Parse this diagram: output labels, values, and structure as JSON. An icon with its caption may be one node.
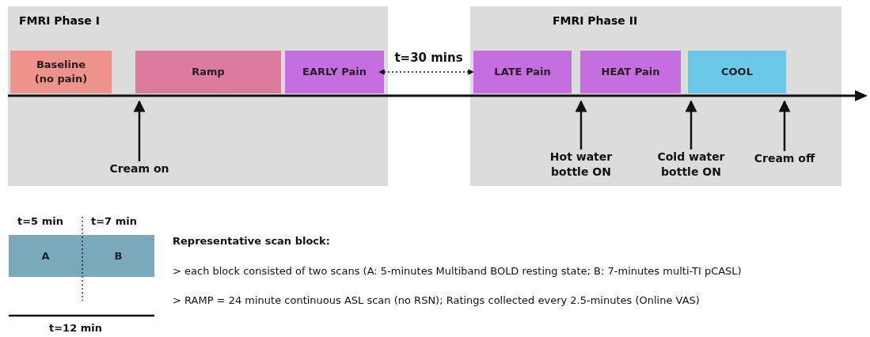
{
  "diagram": {
    "nodes": [
      {
        "text": [
          "FMRI Phase I"
        ]
      },
      {
        "text": [
          "Baseline (no pain)"
        ],
        "in": 0
      },
      {
        "text": [
          "Ramp"
        ],
        "in": 0
      },
      {
        "text": [
          "EARLY Pain"
        ],
        "in": 0
      },
      {
        "text": [
          "FMRI Phase II"
        ]
      },
      {
        "text": [
          "LATE Pain"
        ],
        "in": 4
      },
      {
        "text": [
          "HEAT Pain"
        ],
        "in": 4
      },
      {
        "text": [
          "COOL"
        ],
        "in": 4
      },
      {
        "text": [
          "Cream on"
        ],
        "in": 0
      },
      {
        "text": [
          "Hot water bottle ON"
        ],
        "in": 4
      },
      {
        "text": [
          "Cold water bottle ON"
        ],
        "in": 4
      },
      {
        "text": [
          "Cream off"
        ],
        "in": 4
      },
      {
        "text": [
          "A"
        ]
      },
      {
        "text": [
          "B"
        ]
      },
      {
        "text": [],
        "shape": "arrow"
      }
    ],
    "edges": [
      {
        "from": 3,
        "to": 5,
        "arrow": "both",
        "style": "dashed",
        "label": "t=30 mins"
      },
      {
        "from": 8,
        "to": 14,
        "arrow": "to"
      },
      {
        "from": 9,
        "to": 14,
        "arrow": "to"
      },
      {
        "from": 10,
        "to": 14,
        "arrow": "to"
      },
      {
        "from": 11,
        "to": 14,
        "arrow": "to"
      }
    ],
    "labels": [
      "t=5 min",
      "t=7 min",
      "Representative scan block:",
      "> each block consisted of two scans (A: 5-minutes Multiband BOLD resting state; B: 7-minutes multi-TI pCASL)",
      "> RAMP = 24 minute continuous ASL scan (no RSN); Ratings collected every 2.5-minutes (Online VAS)",
      "t=12 min"
    ]
  }
}
